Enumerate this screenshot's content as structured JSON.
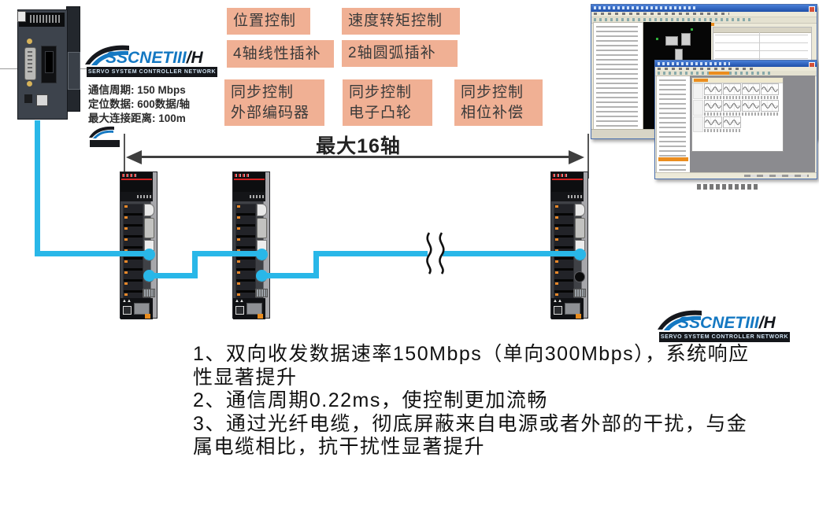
{
  "colors": {
    "pink": "#f0b094",
    "cable": "#29b7e8",
    "arrow": "#3f3f3f",
    "logo_blue": "#1478c2",
    "red": "#d42424",
    "orange": "#eb8d1e"
  },
  "feature_boxes": [
    {
      "label": "位置控制"
    },
    {
      "label": "速度转矩控制"
    },
    {
      "label": "4轴线性插补"
    },
    {
      "label": "2轴圆弧插补"
    },
    {
      "label": "同步控制\n外部编码器"
    },
    {
      "label": "同步控制\n电子凸轮"
    },
    {
      "label": "同步控制\n相位补偿"
    }
  ],
  "logo": {
    "part1": "SSCNET",
    "part2": "III",
    "part3": "/H",
    "subtitle": "SERVO SYSTEM CONTROLLER NETWORK"
  },
  "controller": {
    "specs": [
      "通信周期: 150 Mbps",
      "定位数据: 600数据/轴",
      "最大连接距离: 100m"
    ]
  },
  "axis_label": "最大16轴",
  "drives": {
    "positions": [
      152,
      295,
      699
    ],
    "warn_glyph": "▲▲"
  },
  "software": {
    "front_grid_rows": [
      4,
      4,
      2
    ]
  },
  "notes": {
    "lines": [
      "1、双向收发数据速率150Mbps（单向300Mbps），系统响应",
      "性显著提升",
      "2、通信周期0.22ms，使控制更加流畅",
      "3、通过光纤电缆，彻底屏蔽来自电源或者外部的干扰，与金",
      "属电缆相比，抗干扰性显著提升"
    ]
  }
}
